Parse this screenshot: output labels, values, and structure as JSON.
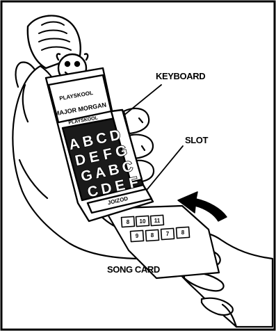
{
  "labels": {
    "keyboard": "KEYBOARD",
    "slot": "SLOT",
    "song_card": "SONG CARD"
  },
  "device": {
    "brand": "PLAYSKOOL",
    "title": "MAJOR MORGAN",
    "badge": "PLAYSKOOL",
    "slot_marking": "JOIZOD",
    "keys": [
      [
        "A",
        "B",
        "C",
        "D"
      ],
      [
        "D",
        "E",
        "F",
        "G"
      ],
      [
        "G",
        "A",
        "B",
        "C"
      ],
      [
        "C",
        "D",
        "E",
        "F"
      ]
    ]
  },
  "song_card": {
    "numbers_row1": [
      "8",
      "10",
      "11"
    ],
    "numbers_row2": [
      "9",
      "8",
      "7",
      "8"
    ]
  },
  "colors": {
    "ink": "#000000",
    "paper": "#ffffff",
    "keypad": "#1a1a1a"
  },
  "icons": {
    "insert_direction": "curved-arrow-icon"
  }
}
